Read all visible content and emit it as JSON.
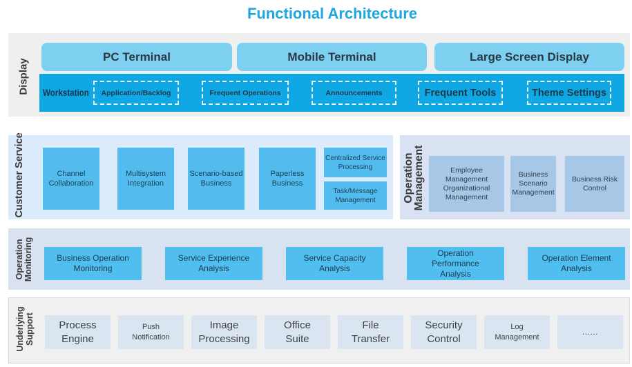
{
  "title": "Functional Architecture",
  "colors": {
    "title": "#1fa6e0",
    "display_bg": "#efefef",
    "terminal_box": "#7ed0f0",
    "workstation_band": "#10a8e4",
    "customer_service_bg": "#dcebfb",
    "customer_service_box": "#53bcee",
    "operation_management_bg": "#d9e2f3",
    "operation_management_box": "#a7c7e6",
    "operation_monitoring_bg": "#d8e2f1",
    "operation_monitoring_box": "#50bfef",
    "underlying_support_bg": "#f0f0f1",
    "underlying_support_box": "#dbe5f2"
  },
  "display": {
    "label": "Display",
    "terminals": [
      "PC Terminal",
      "Mobile Terminal",
      "Large Screen Display"
    ],
    "workstation": {
      "label": "Workstation",
      "items": [
        "Application/Backlog",
        "Frequent Operations",
        "Announcements",
        "Frequent Tools",
        "Theme Settings"
      ]
    }
  },
  "customer_service": {
    "label": "Customer Service",
    "boxes": [
      "Channel Collaboration",
      "Multisystem Integration",
      "Scenario-based Business",
      "Paperless Business"
    ],
    "stacked": [
      "Centralized Service Processing",
      "Task/Message Management"
    ]
  },
  "operation_management": {
    "label_lines": [
      "Operation",
      "Management"
    ],
    "boxes": [
      "Employee Management Organizational Management",
      "Business Scenario Management",
      "Business Risk Control"
    ]
  },
  "operation_monitoring": {
    "label_lines": [
      "Operation",
      "Monitoring"
    ],
    "boxes": [
      "Business Operation Monitoring",
      "Service Experience Analysis",
      "Service Capacity Analysis",
      "Operation Performance Analysis",
      "Operation Element Analysis"
    ]
  },
  "underlying_support": {
    "label_lines": [
      "Underlying",
      "Support"
    ],
    "boxes": [
      "Process Engine",
      "Push Notification",
      "Image Processing",
      "Office Suite",
      "File Transfer",
      "Security Control",
      "Log Management",
      "......"
    ]
  }
}
